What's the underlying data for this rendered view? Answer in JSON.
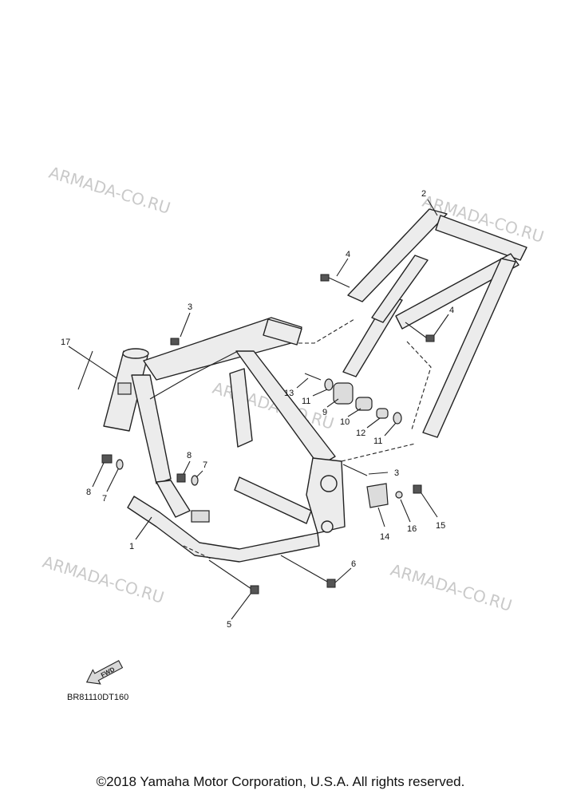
{
  "watermark": "ARMADA-CO.RU",
  "diagram_code": "BR81110DT160",
  "fwd_label": "FWD",
  "copyright": "©2018 Yamaha Motor Corporation, U.S.A. All rights reserved.",
  "callouts": {
    "c1": "1",
    "c2": "2",
    "c3a": "3",
    "c3b": "3",
    "c4a": "4",
    "c4b": "4",
    "c5": "5",
    "c6": "6",
    "c7a": "7",
    "c7b": "7",
    "c8a": "8",
    "c8b": "8",
    "c9": "9",
    "c10": "10",
    "c11a": "11",
    "c11b": "11",
    "c12": "12",
    "c13": "13",
    "c14": "14",
    "c15": "15",
    "c16": "16",
    "c17": "17"
  }
}
